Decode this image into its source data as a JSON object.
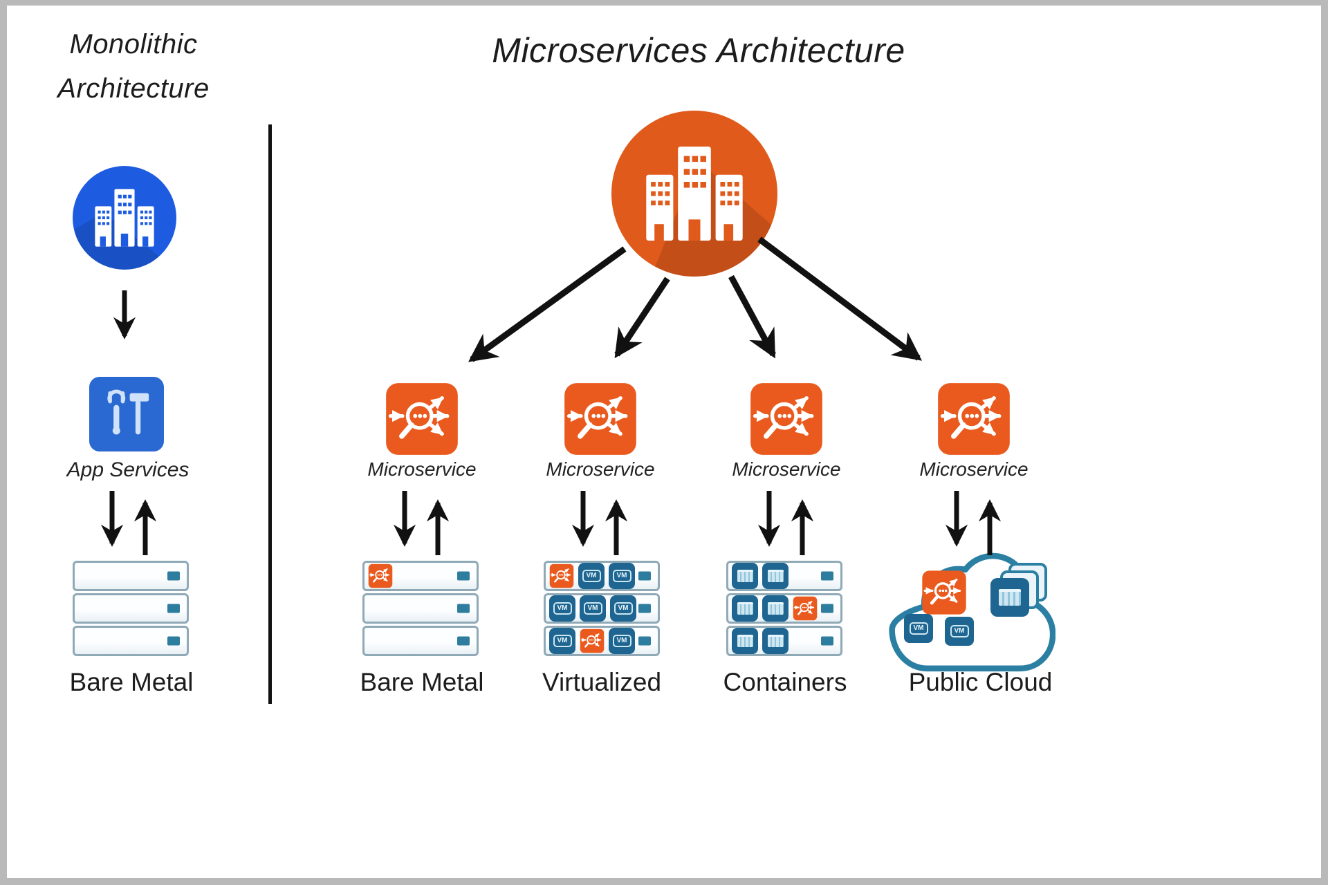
{
  "left_panel": {
    "title_line1": "Monolithic",
    "title_line2": "Architecture",
    "app_services_label": "App Services",
    "bare_metal_label": "Bare Metal"
  },
  "right_panel": {
    "title": "Microservices Architecture",
    "microservice_labels": [
      "Microservice",
      "Microservice",
      "Microservice",
      "Microservice"
    ],
    "target_labels": [
      "Bare Metal",
      "Virtualized",
      "Containers",
      "Public Cloud"
    ]
  },
  "icons": {
    "vm_label": "VM",
    "buildings": "buildings-icon",
    "tools": "wrench-hammer-icon",
    "microservice": "microservice-routing-icon",
    "container": "container-box-icon",
    "cloud": "cloud-icon"
  },
  "colors": {
    "monolith_blue": "#1d5ce0",
    "app_services_blue": "#2a69d2",
    "microservice_orange": "#e05a1c",
    "server_border_teal": "#8fa9b6",
    "indicator_teal": "#2e7d9e",
    "vm_container_blue": "#1e6691",
    "cloud_outline_blue": "#2b7fa3",
    "arrow_black": "#111111",
    "frame_gray": "#b9b9b9"
  }
}
